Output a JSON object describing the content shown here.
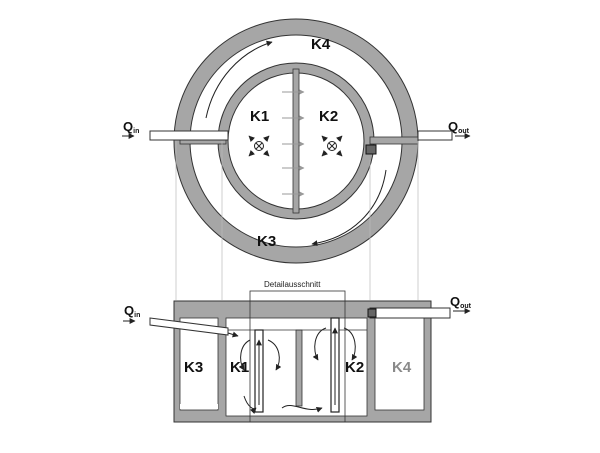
{
  "top_view": {
    "chambers": {
      "k1": "K1",
      "k2": "K2",
      "k3": "K3",
      "k4": "K4"
    },
    "inflow": {
      "main": "Q",
      "sub": "in"
    },
    "outflow": {
      "main": "Q",
      "sub": "out"
    }
  },
  "section_view": {
    "chambers": {
      "k1": "K1",
      "k2": "K2",
      "k3": "K3",
      "k4": "K4"
    },
    "inflow": {
      "main": "Q",
      "sub": "in"
    },
    "outflow": {
      "main": "Q",
      "sub": "out"
    },
    "detail_label": "Detailausschnitt"
  },
  "colors": {
    "wall_fill": "#a6a6a6",
    "wall_stroke": "#333333",
    "arrow": "#222222",
    "flow_arrow_light": "#999999",
    "k4_section_label": "#8a8a8a"
  }
}
